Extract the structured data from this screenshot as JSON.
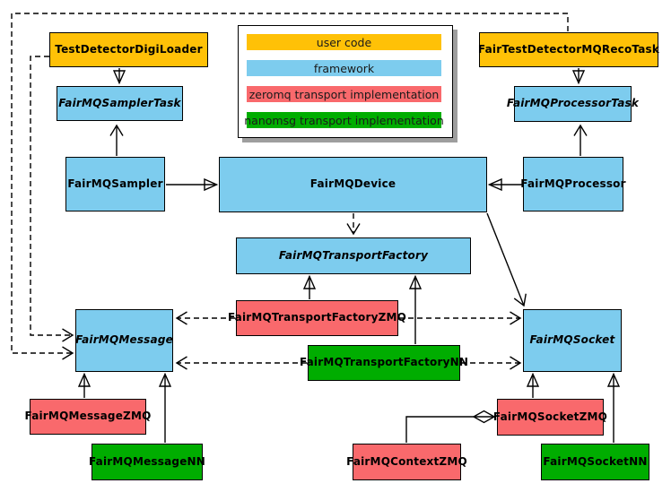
{
  "legend": {
    "items": [
      {
        "label": "user code",
        "color": "#ffc107"
      },
      {
        "label": "framework",
        "color": "#7dccee"
      },
      {
        "label": "zeromq transport implementation",
        "color": "#f9696c"
      },
      {
        "label": "nanomsg transport implementation",
        "color": "#00ad00"
      }
    ]
  },
  "nodes": {
    "test_detector_digi_loader": {
      "label": "TestDetectorDigiLoader",
      "category": "user code",
      "abstract": false
    },
    "fair_test_detector_mq_reco_task": {
      "label": "FairTestDetectorMQRecoTask",
      "category": "user code",
      "abstract": false
    },
    "fairmq_sampler_task": {
      "label": "FairMQSamplerTask",
      "category": "framework",
      "abstract": true
    },
    "fairmq_processor_task": {
      "label": "FairMQProcessorTask",
      "category": "framework",
      "abstract": true
    },
    "fairmq_sampler": {
      "label": "FairMQSampler",
      "category": "framework",
      "abstract": false
    },
    "fairmq_device": {
      "label": "FairMQDevice",
      "category": "framework",
      "abstract": false
    },
    "fairmq_processor": {
      "label": "FairMQProcessor",
      "category": "framework",
      "abstract": false
    },
    "fairmq_transport_factory": {
      "label": "FairMQTransportFactory",
      "category": "framework",
      "abstract": true
    },
    "fairmq_transport_factory_zmq": {
      "label": "FairMQTransportFactoryZMQ",
      "category": "zeromq transport implementation",
      "abstract": false
    },
    "fairmq_transport_factory_nn": {
      "label": "FairMQTransportFactoryNN",
      "category": "nanomsg transport implementation",
      "abstract": false
    },
    "fairmq_message": {
      "label": "FairMQMessage",
      "category": "framework",
      "abstract": true
    },
    "fairmq_socket": {
      "label": "FairMQSocket",
      "category": "framework",
      "abstract": true
    },
    "fairmq_message_zmq": {
      "label": "FairMQMessageZMQ",
      "category": "zeromq transport implementation",
      "abstract": false
    },
    "fairmq_message_nn": {
      "label": "FairMQMessageNN",
      "category": "nanomsg transport implementation",
      "abstract": false
    },
    "fairmq_context_zmq": {
      "label": "FairMQContextZMQ",
      "category": "zeromq transport implementation",
      "abstract": false
    },
    "fairmq_socket_zmq": {
      "label": "FairMQSocketZMQ",
      "category": "zeromq transport implementation",
      "abstract": false
    },
    "fairmq_socket_nn": {
      "label": "FairMQSocketNN",
      "category": "nanomsg transport implementation",
      "abstract": false
    }
  },
  "edges": [
    {
      "from": "TestDetectorDigiLoader",
      "to": "FairMQSamplerTask",
      "type": "inheritance",
      "line": "solid"
    },
    {
      "from": "FairTestDetectorMQRecoTask",
      "to": "FairMQProcessorTask",
      "type": "inheritance",
      "line": "solid"
    },
    {
      "from": "FairMQSampler",
      "to": "FairMQSamplerTask",
      "type": "association",
      "line": "solid"
    },
    {
      "from": "FairMQProcessor",
      "to": "FairMQProcessorTask",
      "type": "association",
      "line": "solid"
    },
    {
      "from": "FairMQSampler",
      "to": "FairMQDevice",
      "type": "inheritance",
      "line": "solid"
    },
    {
      "from": "FairMQProcessor",
      "to": "FairMQDevice",
      "type": "inheritance",
      "line": "solid"
    },
    {
      "from": "FairMQDevice",
      "to": "FairMQTransportFactory",
      "type": "dependency",
      "line": "dashed"
    },
    {
      "from": "FairMQDevice",
      "to": "FairMQSocket",
      "type": "association",
      "line": "solid"
    },
    {
      "from": "FairMQTransportFactoryZMQ",
      "to": "FairMQTransportFactory",
      "type": "inheritance",
      "line": "solid"
    },
    {
      "from": "FairMQTransportFactoryNN",
      "to": "FairMQTransportFactory",
      "type": "inheritance",
      "line": "solid"
    },
    {
      "from": "FairMQTransportFactoryZMQ",
      "to": "FairMQMessage",
      "type": "dependency",
      "line": "dashed"
    },
    {
      "from": "FairMQTransportFactoryZMQ",
      "to": "FairMQSocket",
      "type": "dependency",
      "line": "dashed"
    },
    {
      "from": "FairMQTransportFactoryNN",
      "to": "FairMQMessage",
      "type": "dependency",
      "line": "dashed"
    },
    {
      "from": "FairMQTransportFactoryNN",
      "to": "FairMQSocket",
      "type": "dependency",
      "line": "dashed"
    },
    {
      "from": "TestDetectorDigiLoader",
      "to": "FairMQMessage",
      "type": "dependency",
      "line": "dashed"
    },
    {
      "from": "FairTestDetectorMQRecoTask",
      "to": "FairMQMessage",
      "type": "dependency",
      "line": "dashed"
    },
    {
      "from": "FairMQMessageZMQ",
      "to": "FairMQMessage",
      "type": "inheritance",
      "line": "solid"
    },
    {
      "from": "FairMQMessageNN",
      "to": "FairMQMessage",
      "type": "inheritance",
      "line": "solid"
    },
    {
      "from": "FairMQSocketZMQ",
      "to": "FairMQSocket",
      "type": "inheritance",
      "line": "solid"
    },
    {
      "from": "FairMQSocketNN",
      "to": "FairMQSocket",
      "type": "inheritance",
      "line": "solid"
    },
    {
      "from": "FairMQSocketZMQ",
      "to": "FairMQContextZMQ",
      "type": "composition",
      "line": "solid"
    }
  ]
}
